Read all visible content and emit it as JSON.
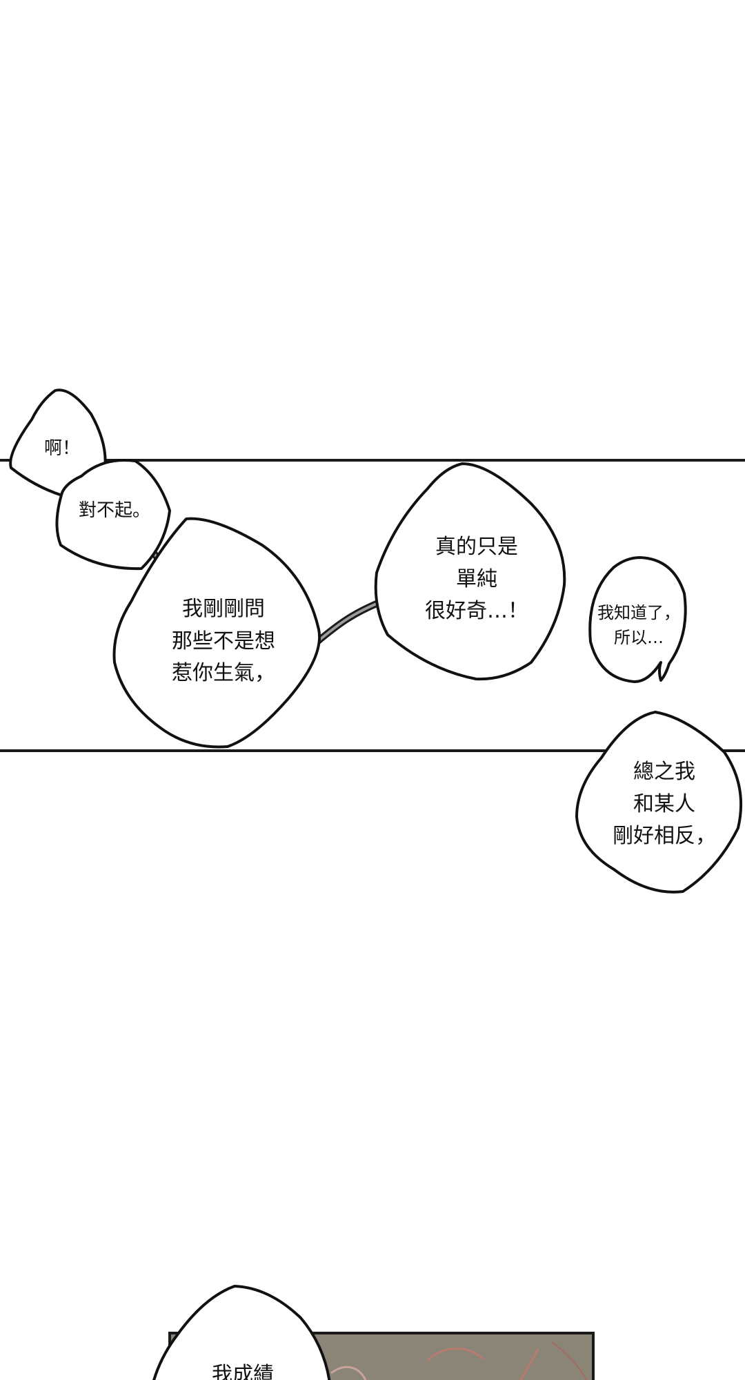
{
  "colors": {
    "background": "#ffffff",
    "ink": "#111111",
    "panel_line": "#1a1a1a",
    "panel_tint": "#8b8577",
    "hair": "#b97a6f"
  },
  "bubbles": {
    "ah": "啊！",
    "sorry": "對不起。",
    "question": "我剛剛問\n那些不是想\n惹你生氣，",
    "curious": "真的只是\n單純\n很好奇…！",
    "know": "我知道了，\n所以…",
    "opposite": "總之我\n和某人\n剛好相反，",
    "grades": "我成績"
  }
}
